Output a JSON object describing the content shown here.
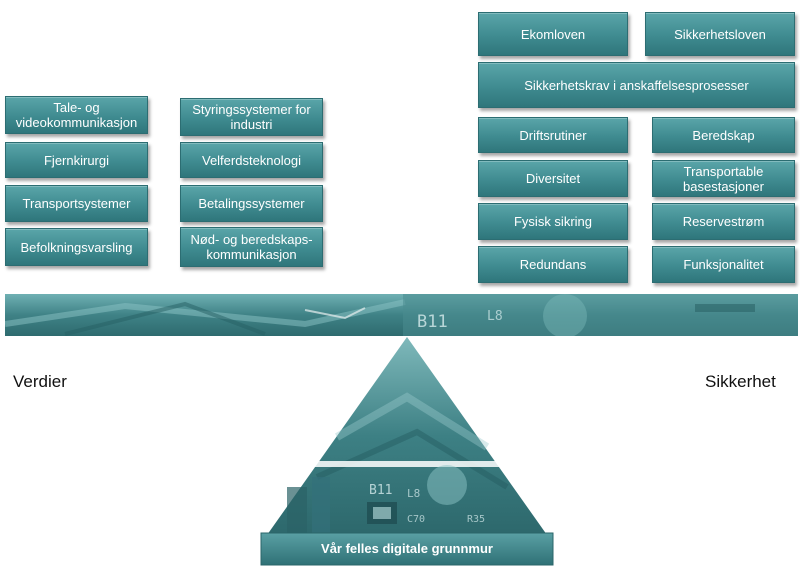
{
  "values_side": {
    "label": "Verdier",
    "left_column": [
      "Tale- og videokommunikasjon",
      "Fjernkirurgi",
      "Transportsystemer",
      "Befolkningsvarsling"
    ],
    "right_column": [
      "Styringssystemer for industri",
      "Velferdsteknologi",
      "Betalingssystemer",
      "Nød- og beredskaps-kommunikasjon"
    ]
  },
  "security_side": {
    "label": "Sikkerhet",
    "laws": [
      "Ekomloven",
      "Sikkerhetsloven"
    ],
    "procurement": "Sikkerhetskrav i anskaffelsesprosesser",
    "left_column": [
      "Driftsrutiner",
      "Diversitet",
      "Fysisk sikring",
      "Redundans"
    ],
    "right_column": [
      "Beredskap",
      "Transportable basestasjoner",
      "Reservestrøm",
      "Funksjonalitet"
    ]
  },
  "foundation": {
    "label": "Vår felles digitale grunnmur",
    "beam_text": [
      "B11",
      "L8"
    ],
    "pyramid_text": [
      "B11",
      "L8",
      "R35",
      "C70"
    ]
  },
  "colors": {
    "box": "#3f8b90",
    "beam": "#3c7f84",
    "pyramid": "#3a7c80"
  }
}
